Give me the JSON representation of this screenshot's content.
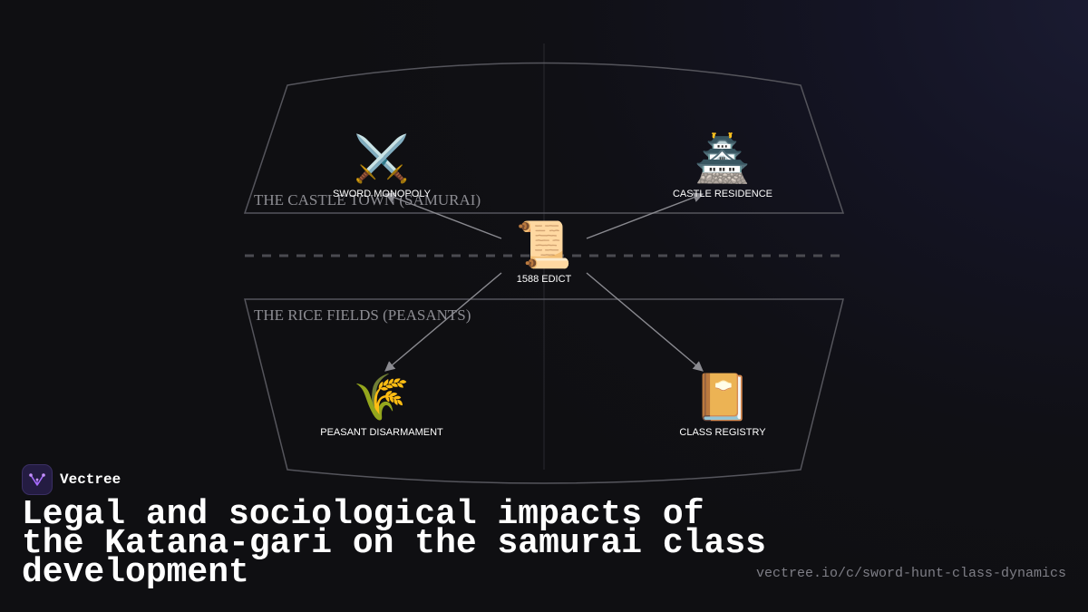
{
  "diagram": {
    "zones": {
      "upper_label": "THE CASTLE TOWN (SAMURAI)",
      "lower_label": "THE RICE FIELDS (PEASANTS)"
    },
    "nodes": {
      "center": {
        "label": "1588 EDICT",
        "icon": "scroll-icon",
        "glyph": "📜"
      },
      "sword": {
        "label": "SWORD MONOPOLY",
        "icon": "crossed-swords-icon",
        "glyph": "⚔️"
      },
      "castle": {
        "label": "CASTLE RESIDENCE",
        "icon": "japanese-castle-icon",
        "glyph": "🏯"
      },
      "peasant": {
        "label": "PEASANT DISARMAMENT",
        "icon": "rice-sheaf-icon",
        "glyph": "🌾"
      },
      "registry": {
        "label": "CLASS REGISTRY",
        "icon": "notebook-icon",
        "glyph": "📔"
      }
    },
    "colors": {
      "zone_outline": "#55555c",
      "divider": "#4a4a50",
      "arrow": "#8a8a90"
    }
  },
  "brand": {
    "name": "Vectree",
    "logo_icon": "vectree-logo-icon",
    "logo_color": "#a66bff"
  },
  "title": "Legal and sociological impacts of the Katana-gari on the samurai class development",
  "url": "vectree.io/c/sword-hunt-class-dynamics"
}
